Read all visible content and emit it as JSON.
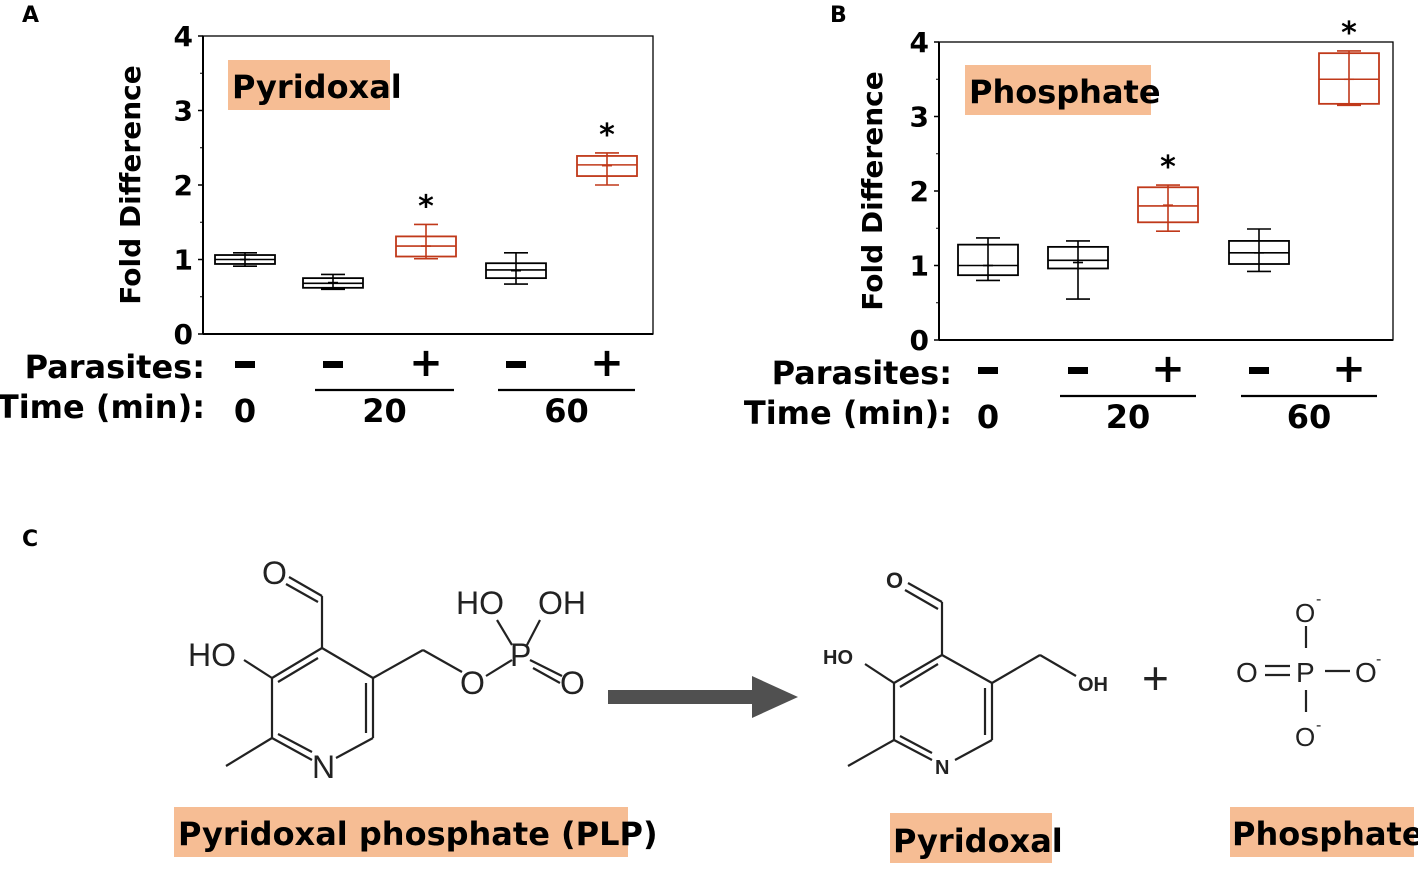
{
  "panels": {
    "a": "A",
    "b": "B",
    "c": "C"
  },
  "colors": {
    "control": "#000000",
    "parasite": "#c0391a",
    "highlight": "#f6bd94",
    "arrow": "#505050"
  },
  "chart_data": [
    {
      "type": "box",
      "title": "Pyridoxal",
      "xlabel": "",
      "ylabel": "Fold Difference",
      "ylim": [
        0,
        4
      ],
      "yticks": [
        "0",
        "1",
        "2",
        "3",
        "4"
      ],
      "categories": [
        "0 min -",
        "20 min -",
        "20 min +",
        "60 min -",
        "60 min +"
      ],
      "row_labels": {
        "parasites": "Parasites:",
        "time": "Time (min):"
      },
      "parasite_marks": [
        "-",
        "-",
        "+",
        "-",
        "+"
      ],
      "time_groups": [
        "0",
        "20",
        "60"
      ],
      "boxes": [
        {
          "parasites": "-",
          "time": "0",
          "min": 0.91,
          "q1": 0.94,
          "median": 1.0,
          "q3": 1.06,
          "max": 1.09,
          "mean": 1.0,
          "significant": false
        },
        {
          "parasites": "-",
          "time": "20",
          "min": 0.6,
          "q1": 0.62,
          "median": 0.68,
          "q3": 0.75,
          "max": 0.8,
          "mean": 0.69,
          "significant": false
        },
        {
          "parasites": "+",
          "time": "20",
          "min": 1.01,
          "q1": 1.04,
          "median": 1.18,
          "q3": 1.31,
          "max": 1.47,
          "mean": 1.18,
          "significant": true
        },
        {
          "parasites": "-",
          "time": "60",
          "min": 0.67,
          "q1": 0.75,
          "median": 0.86,
          "q3": 0.95,
          "max": 1.09,
          "mean": 0.85,
          "significant": false
        },
        {
          "parasites": "+",
          "time": "60",
          "min": 2.0,
          "q1": 2.12,
          "median": 2.27,
          "q3": 2.39,
          "max": 2.43,
          "mean": 2.26,
          "significant": true
        }
      ],
      "significance_mark": "*"
    },
    {
      "type": "box",
      "title": "Phosphate",
      "xlabel": "",
      "ylabel": "Fold Difference",
      "ylim": [
        0,
        4
      ],
      "yticks": [
        "0",
        "1",
        "2",
        "3",
        "4"
      ],
      "categories": [
        "0 min -",
        "20 min -",
        "20 min +",
        "60 min -",
        "60 min +"
      ],
      "row_labels": {
        "parasites": "Parasites:",
        "time": "Time (min):"
      },
      "parasite_marks": [
        "-",
        "-",
        "+",
        "-",
        "+"
      ],
      "time_groups": [
        "0",
        "20",
        "60"
      ],
      "boxes": [
        {
          "parasites": "-",
          "time": "0",
          "min": 0.8,
          "q1": 0.87,
          "median": 1.0,
          "q3": 1.28,
          "max": 1.37,
          "mean": 1.0,
          "significant": false
        },
        {
          "parasites": "-",
          "time": "20",
          "min": 0.55,
          "q1": 0.96,
          "median": 1.07,
          "q3": 1.25,
          "max": 1.33,
          "mean": 1.04,
          "significant": false
        },
        {
          "parasites": "+",
          "time": "20",
          "min": 1.46,
          "q1": 1.58,
          "median": 1.8,
          "q3": 2.05,
          "max": 2.08,
          "mean": 1.81,
          "significant": true
        },
        {
          "parasites": "-",
          "time": "60",
          "min": 0.92,
          "q1": 1.02,
          "median": 1.17,
          "q3": 1.33,
          "max": 1.49,
          "mean": 1.17,
          "significant": false
        },
        {
          "parasites": "+",
          "time": "60",
          "min": 3.15,
          "q1": 3.17,
          "median": 3.5,
          "q3": 3.85,
          "max": 3.88,
          "mean": 3.5,
          "significant": true
        }
      ],
      "significance_mark": "*"
    }
  ],
  "reaction": {
    "plp_label": "Pyridoxal phosphate (PLP)",
    "pyridoxal_label": "Pyridoxal",
    "phosphate_label": "Phosphate",
    "plus": "+",
    "plp_atoms": {
      "aldehyde_o": "O",
      "ho": "HO",
      "n": "N",
      "ester_o": "O",
      "p": "P",
      "p_oh1": "HO",
      "p_oh2": "OH",
      "p_o": "O"
    },
    "pyr_atoms": {
      "aldehyde_o": "O",
      "ho": "HO",
      "n": "N",
      "oh": "OH"
    },
    "phosphate_atoms": {
      "o_top": "O",
      "o_bottom": "O",
      "o_left": "O",
      "o_right": "O",
      "p": "P",
      "charge": "-"
    }
  }
}
